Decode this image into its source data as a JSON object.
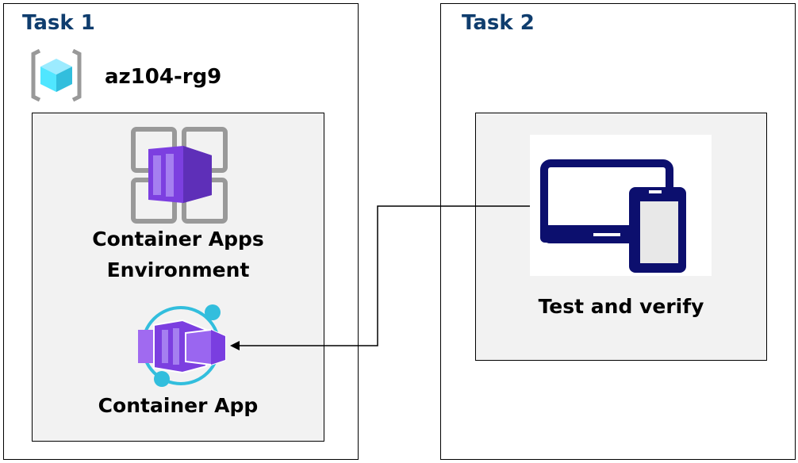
{
  "task1": {
    "title": "Task 1",
    "resource_group": "az104-rg9",
    "environment_label_line1": "Container Apps",
    "environment_label_line2": "Environment",
    "app_label": "Container App"
  },
  "task2": {
    "title": "Task 2",
    "test_label": "Test and verify"
  },
  "colors": {
    "title": "#0f3d6e",
    "purple": "#773adc",
    "cyan": "#32bedd",
    "navy": "#0c0f6e",
    "panel": "#f2f2f2"
  }
}
